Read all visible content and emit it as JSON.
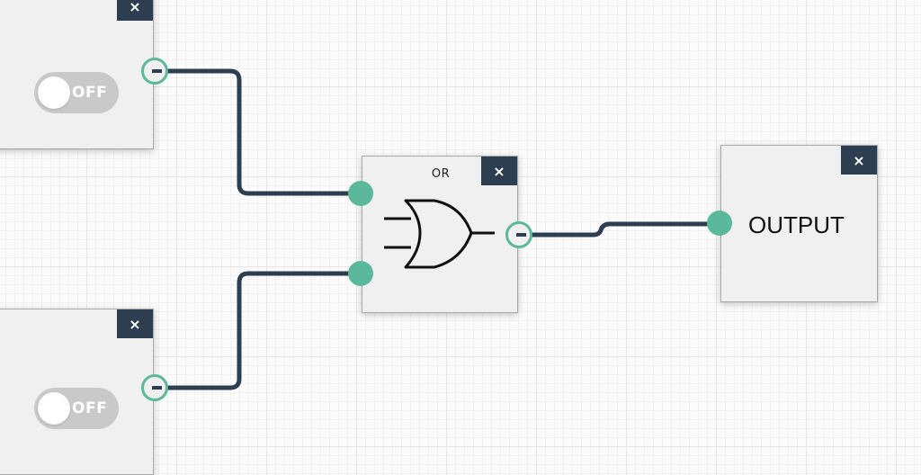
{
  "nodes": {
    "switch_1": {
      "close_label": "×",
      "state_label": "OFF"
    },
    "switch_2": {
      "close_label": "×",
      "state_label": "OFF"
    },
    "or_gate": {
      "title": "OR",
      "close_label": "×",
      "icon": "or-gate-icon"
    },
    "output": {
      "label": "OUTPUT",
      "close_label": "×"
    }
  },
  "colors": {
    "wire": "#2c3e50",
    "port": "#5bb89a",
    "close_button": "#2c3e50",
    "node_background": "#f0f0f0",
    "toggle_off": "#c9c9c9"
  }
}
